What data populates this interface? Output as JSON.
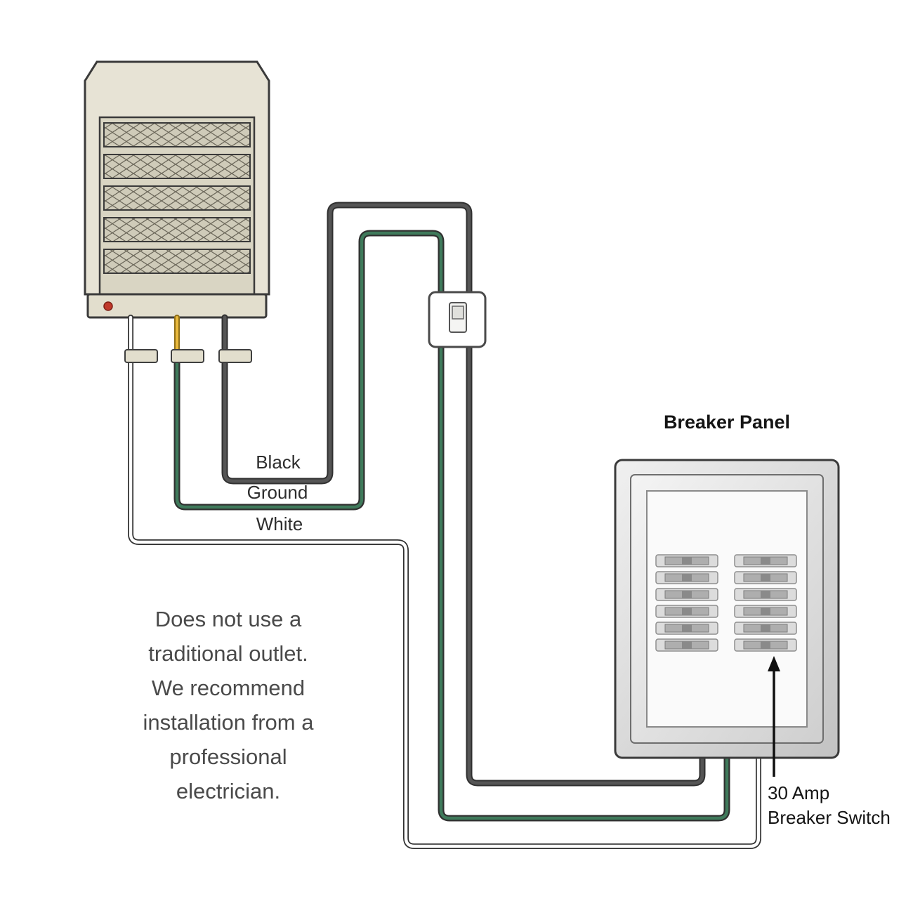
{
  "labels": {
    "black": "Black",
    "ground": "Ground",
    "white": "White"
  },
  "panel": {
    "title": "Breaker Panel",
    "breaker_note": [
      "30 Amp",
      "Breaker Switch"
    ],
    "columns": 2,
    "rows_per_column": 6
  },
  "note": {
    "lines": [
      "Does not use a",
      "traditional outlet.",
      "We recommend",
      "installation from a",
      "professional",
      "electrician."
    ]
  },
  "colors": {
    "black_wire": "#555555",
    "ground_wire": "#3f7a5b",
    "white_wire": "#ffffff",
    "yellow_wire": "#e9b93c",
    "wire_outline": "#303030",
    "indicator_light": "#c0392b",
    "heater_body": "#e7e3d5",
    "panel_outline": "#3a3a3a"
  }
}
